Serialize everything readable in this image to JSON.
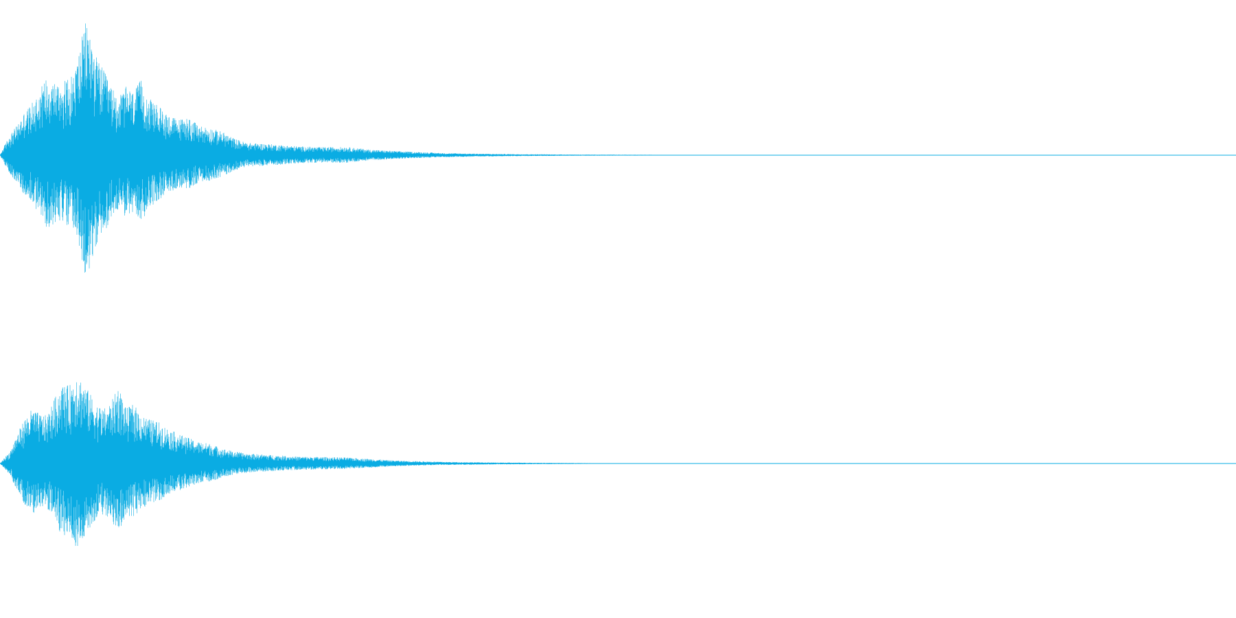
{
  "waveform": {
    "color": "#0aace3",
    "channels": [
      {
        "name": "channel-1",
        "envelope": [
          [
            0.0,
            0.0
          ],
          [
            0.3,
            0.06
          ],
          [
            0.8,
            0.15
          ],
          [
            1.4,
            0.22
          ],
          [
            2.0,
            0.32
          ],
          [
            2.6,
            0.38
          ],
          [
            3.2,
            0.48
          ],
          [
            3.8,
            0.58
          ],
          [
            4.3,
            0.55
          ],
          [
            4.8,
            0.52
          ],
          [
            5.5,
            0.56
          ],
          [
            6.0,
            0.6
          ],
          [
            6.6,
            0.85
          ],
          [
            7.0,
            1.0
          ],
          [
            7.4,
            0.85
          ],
          [
            7.8,
            0.72
          ],
          [
            8.4,
            0.62
          ],
          [
            9.0,
            0.5
          ],
          [
            9.6,
            0.42
          ],
          [
            10.2,
            0.5
          ],
          [
            10.8,
            0.46
          ],
          [
            11.4,
            0.55
          ],
          [
            12.0,
            0.42
          ],
          [
            12.8,
            0.36
          ],
          [
            13.6,
            0.3
          ],
          [
            14.4,
            0.26
          ],
          [
            15.2,
            0.28
          ],
          [
            16.0,
            0.22
          ],
          [
            17.0,
            0.2
          ],
          [
            18.0,
            0.17
          ],
          [
            19.0,
            0.12
          ],
          [
            20.0,
            0.09
          ],
          [
            22.0,
            0.08
          ],
          [
            24.0,
            0.065
          ],
          [
            26.0,
            0.058
          ],
          [
            28.0,
            0.06
          ],
          [
            30.0,
            0.04
          ],
          [
            32.0,
            0.03
          ],
          [
            34.0,
            0.022
          ],
          [
            36.0,
            0.015
          ],
          [
            40.0,
            0.009
          ],
          [
            44.0,
            0.006
          ],
          [
            48.0,
            0.004
          ],
          [
            53.0,
            0.003
          ],
          [
            56.0,
            0.0
          ],
          [
            100.0,
            0.0
          ]
        ]
      },
      {
        "name": "channel-2",
        "envelope": [
          [
            0.0,
            0.0
          ],
          [
            0.3,
            0.05
          ],
          [
            0.8,
            0.12
          ],
          [
            1.4,
            0.3
          ],
          [
            2.0,
            0.45
          ],
          [
            2.6,
            0.55
          ],
          [
            3.2,
            0.5
          ],
          [
            3.8,
            0.48
          ],
          [
            4.4,
            0.65
          ],
          [
            5.0,
            0.8
          ],
          [
            5.6,
            0.78
          ],
          [
            6.2,
            0.92
          ],
          [
            6.6,
            0.85
          ],
          [
            7.2,
            0.72
          ],
          [
            7.8,
            0.6
          ],
          [
            8.4,
            0.55
          ],
          [
            9.0,
            0.62
          ],
          [
            9.6,
            0.78
          ],
          [
            10.2,
            0.55
          ],
          [
            10.8,
            0.6
          ],
          [
            11.4,
            0.5
          ],
          [
            12.0,
            0.45
          ],
          [
            12.8,
            0.42
          ],
          [
            13.6,
            0.35
          ],
          [
            14.4,
            0.3
          ],
          [
            15.2,
            0.26
          ],
          [
            16.0,
            0.22
          ],
          [
            17.0,
            0.2
          ],
          [
            18.0,
            0.15
          ],
          [
            19.0,
            0.12
          ],
          [
            20.0,
            0.1
          ],
          [
            22.0,
            0.085
          ],
          [
            24.0,
            0.07
          ],
          [
            26.0,
            0.065
          ],
          [
            28.0,
            0.06
          ],
          [
            30.0,
            0.045
          ],
          [
            32.0,
            0.03
          ],
          [
            34.0,
            0.022
          ],
          [
            36.0,
            0.016
          ],
          [
            40.0,
            0.01
          ],
          [
            44.0,
            0.007
          ],
          [
            48.0,
            0.004
          ],
          [
            52.0,
            0.003
          ],
          [
            54.0,
            0.0
          ],
          [
            100.0,
            0.0
          ]
        ]
      }
    ]
  }
}
